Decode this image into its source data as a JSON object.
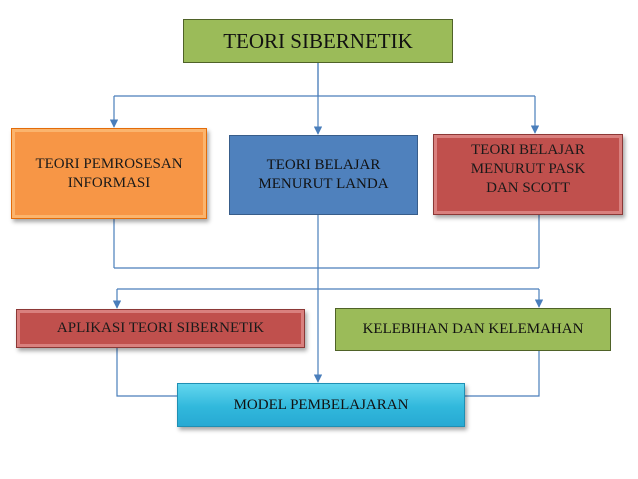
{
  "diagram": {
    "root": {
      "label": "TEORI SIBERNETIK",
      "fill": "#9bbb59"
    },
    "theories": [
      {
        "label": "TEORI PEMROSESAN\nINFORMASI",
        "fill": "#f79646"
      },
      {
        "label": "TEORI BELAJAR\nMENURUT LANDA",
        "fill": "#4f81bd"
      },
      {
        "label": "TEORI BELAJAR\nMENURUT PASK\nDAN SCOTT",
        "fill": "#c0504d"
      }
    ],
    "branches": [
      {
        "label": "APLIKASI TEORI SIBERNETIK",
        "fill": "#c0504d"
      },
      {
        "label": "KELEBIHAN DAN KELEMAHAN",
        "fill": "#9bbb59"
      }
    ],
    "result": {
      "label": "MODEL PEMBELAJARAN",
      "fill": "#31b8dc"
    },
    "connector_color": "#4a7ebb"
  }
}
